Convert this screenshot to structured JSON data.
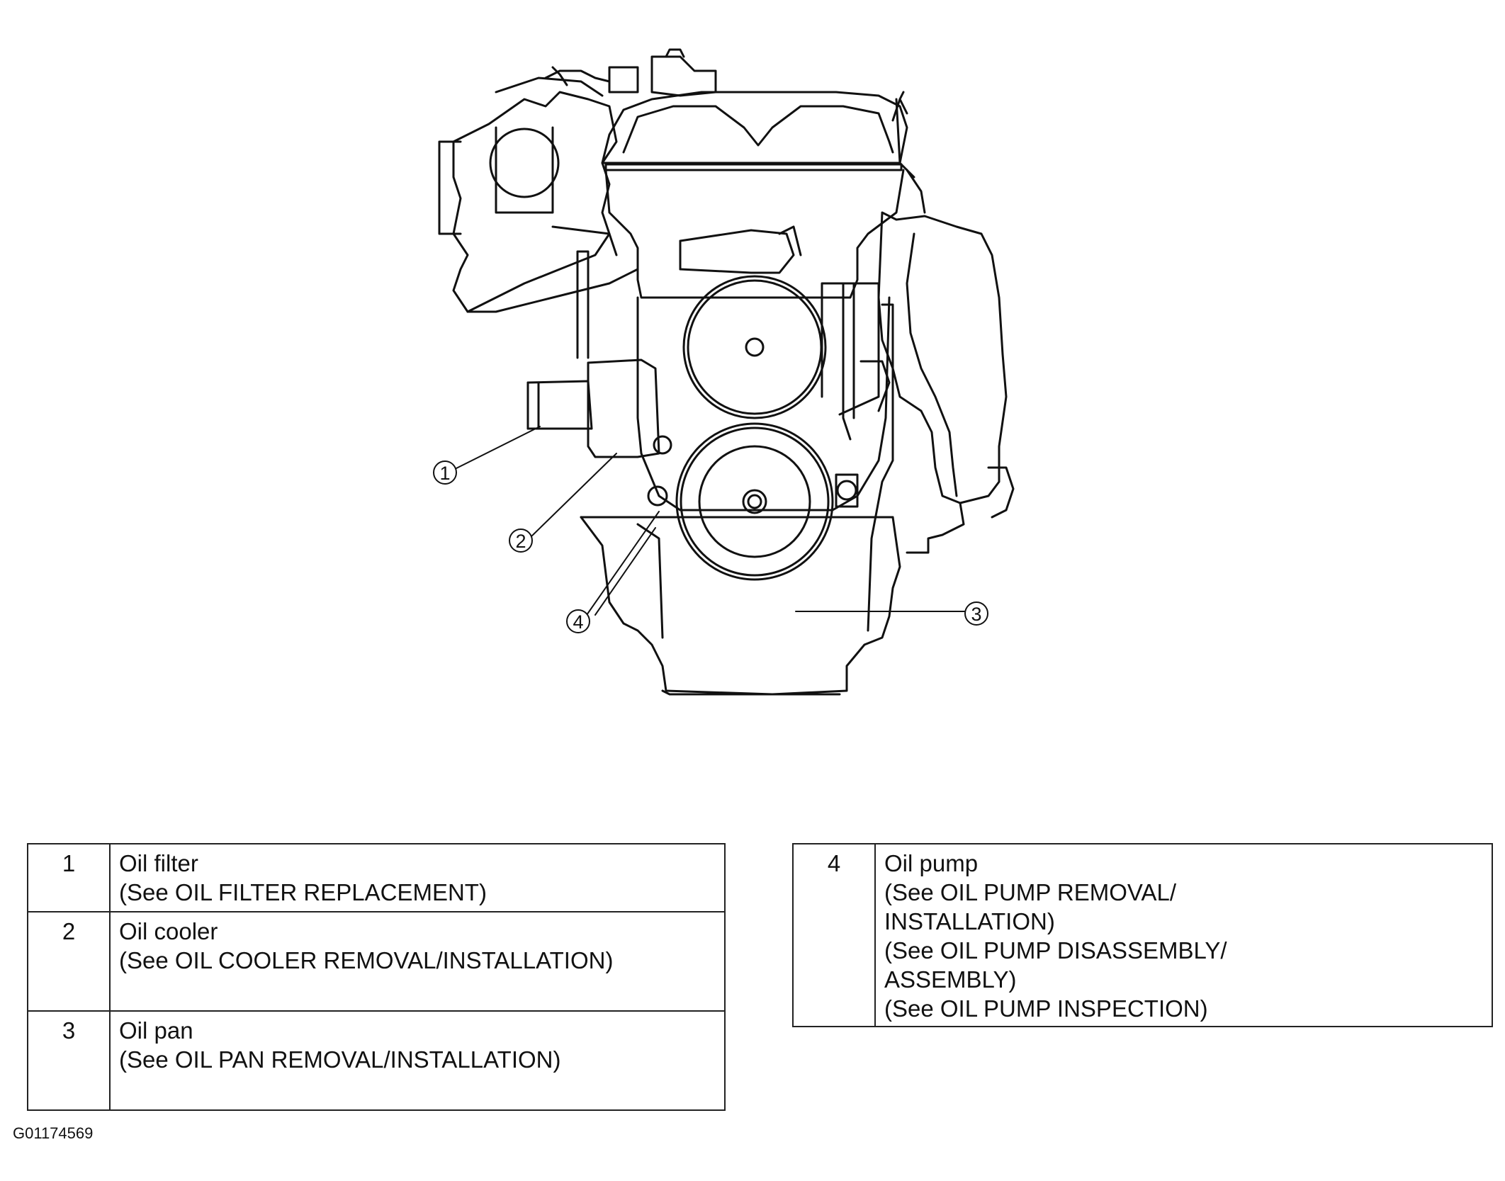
{
  "callouts": [
    "1",
    "2",
    "3",
    "4"
  ],
  "legend_left": [
    {
      "num": "1",
      "lines": [
        "Oil filter",
        "(See OIL FILTER REPLACEMENT)"
      ]
    },
    {
      "num": "2",
      "lines": [
        "Oil cooler",
        "(See  OIL COOLER REMOVAL/INSTALLATION)"
      ]
    },
    {
      "num": "3",
      "lines": [
        "Oil pan",
        "(See  OIL PAN REMOVAL/INSTALLATION)"
      ]
    }
  ],
  "legend_right": [
    {
      "num": "4",
      "lines": [
        "Oil pump",
        "(See  OIL PUMP REMOVAL/",
        "INSTALLATION)",
        "(See  OIL PUMP DISASSEMBLY/",
        "ASSEMBLY)",
        "(See  OIL PUMP INSPECTION)"
      ]
    }
  ],
  "figure_id": "G01174569"
}
